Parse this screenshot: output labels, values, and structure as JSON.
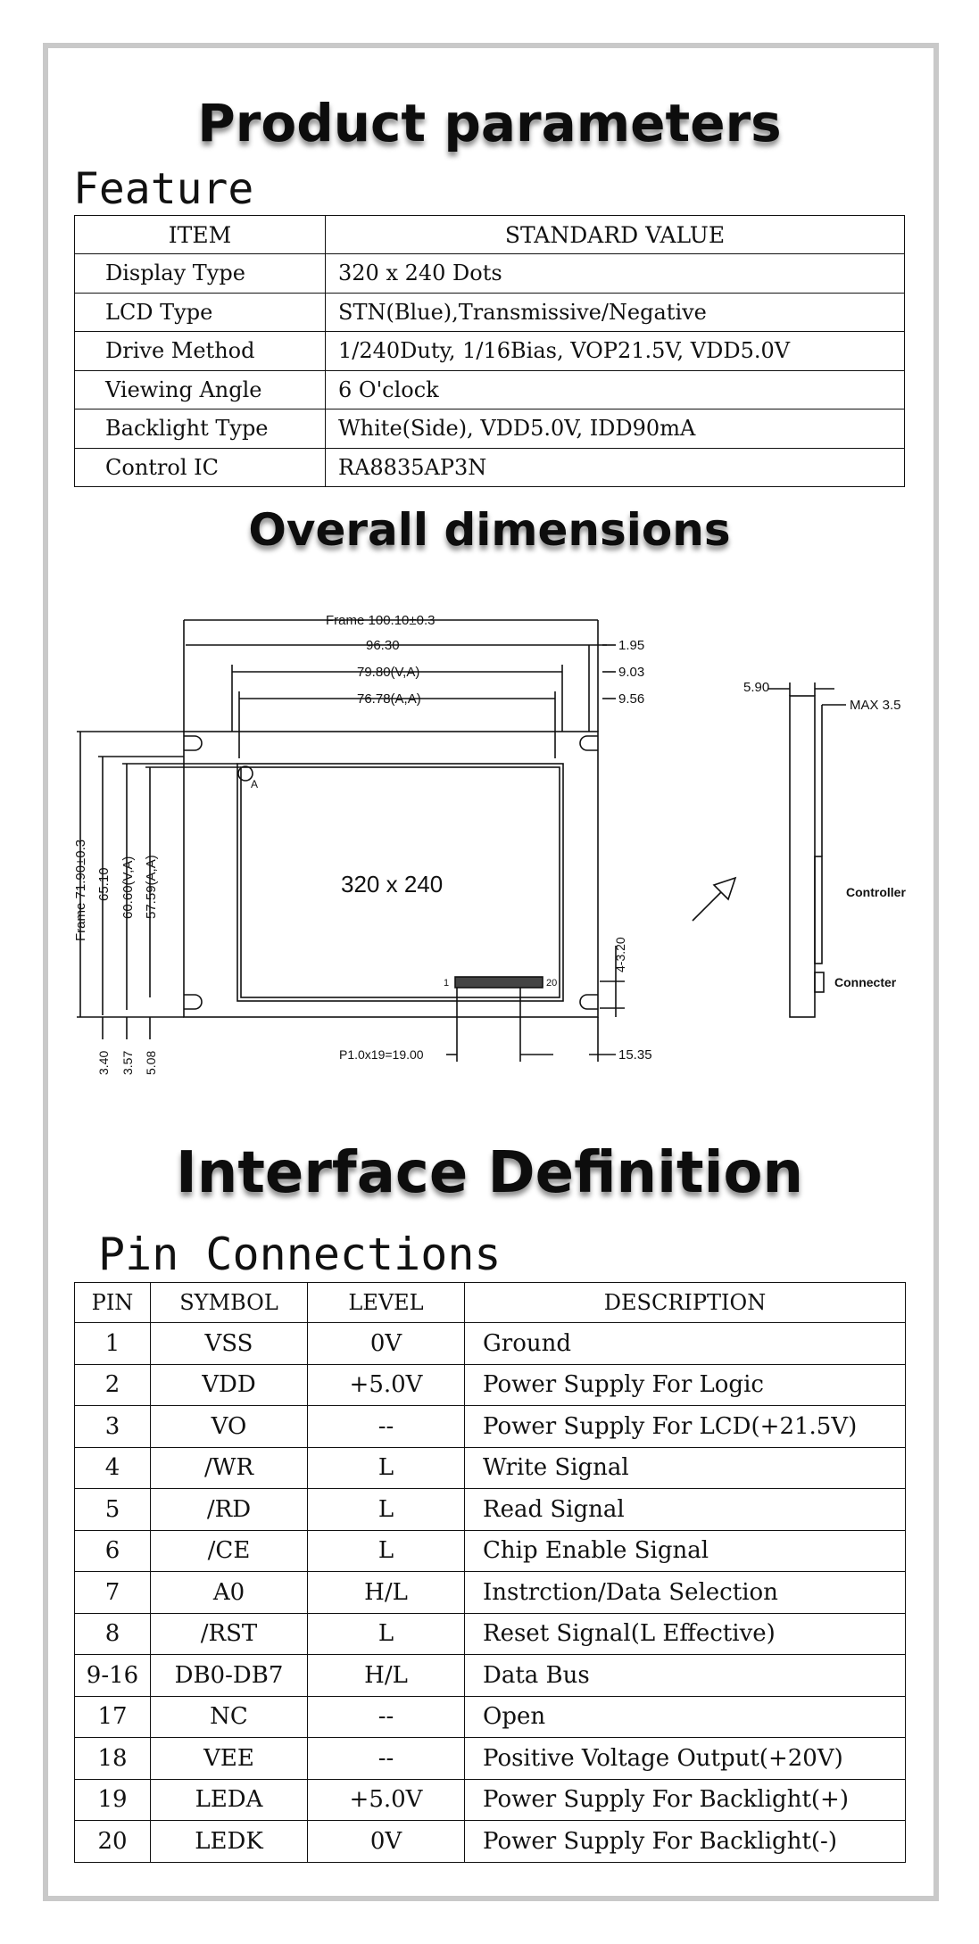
{
  "titles": {
    "product_parameters": "Product parameters",
    "overall_dimensions": "Overall dimensions",
    "interface_definition": "Interface Definition"
  },
  "feature": {
    "heading": "Feature",
    "header": [
      "ITEM",
      "STANDARD VALUE"
    ],
    "rows": [
      [
        "Display Type",
        "320 x 240 Dots"
      ],
      [
        "LCD Type",
        "STN(Blue),Transmissive/Negative"
      ],
      [
        "Drive Method",
        "1/240Duty, 1/16Bias, VOP21.5V, VDD5.0V"
      ],
      [
        "Viewing Angle",
        "6 O'clock"
      ],
      [
        "Backlight Type",
        "White(Side), VDD5.0V, IDD90mA"
      ],
      [
        "Control IC",
        "RA8835AP3N"
      ]
    ]
  },
  "dimensions": {
    "frame_width": "Frame 100.10±0.3",
    "outline_width": "96.30",
    "va_width": "79.80(V,A)",
    "aa_width": "76.78(A,A)",
    "dim_1_95": "1.95",
    "dim_9_03": "9.03",
    "dim_9_56": "9.56",
    "frame_height": "Frame 71.90±0.3",
    "outline_height": "65.10",
    "va_height": "60.60(V,A)",
    "aa_height": "57.59(A,A)",
    "dim_3_40": "3.40",
    "dim_3_57": "3.57",
    "dim_5_08": "5.08",
    "dim_3_20": "4-3.20",
    "pin_pitch": "P1.0x19=19.00",
    "dim_15_35": "15.35",
    "resolution": "320 x 240",
    "corner_a": "A",
    "pin_first": "1",
    "pin_last": "20",
    "side_thickness": "5.90",
    "side_max": "MAX 3.5",
    "controller": "Controller",
    "connector": "Connecter"
  },
  "pins": {
    "heading": "Pin Connections",
    "header": [
      "PIN",
      "SYMBOL",
      "LEVEL",
      "DESCRIPTION"
    ],
    "rows": [
      [
        "1",
        "VSS",
        "0V",
        "Ground"
      ],
      [
        "2",
        "VDD",
        "+5.0V",
        "Power Supply For Logic"
      ],
      [
        "3",
        "VO",
        "--",
        "Power Supply For LCD(+21.5V)"
      ],
      [
        "4",
        "/WR",
        "L",
        "Write Signal"
      ],
      [
        "5",
        "/RD",
        "L",
        "Read Signal"
      ],
      [
        "6",
        "/CE",
        "L",
        "Chip Enable Signal"
      ],
      [
        "7",
        "A0",
        "H/L",
        "Instrction/Data Selection"
      ],
      [
        "8",
        "/RST",
        "L",
        "Reset Signal(L Effective)"
      ],
      [
        "9-16",
        "DB0-DB7",
        "H/L",
        "Data Bus"
      ],
      [
        "17",
        "NC",
        "--",
        "Open"
      ],
      [
        "18",
        "VEE",
        "--",
        "Positive Voltage Output(+20V)"
      ],
      [
        "19",
        "LEDA",
        "+5.0V",
        "Power Supply For Backlight(+)"
      ],
      [
        "20",
        "LEDK",
        "0V",
        "Power Supply For Backlight(-)"
      ]
    ]
  },
  "colors": {
    "border": "#c9c9c9",
    "ink": "#111111"
  }
}
